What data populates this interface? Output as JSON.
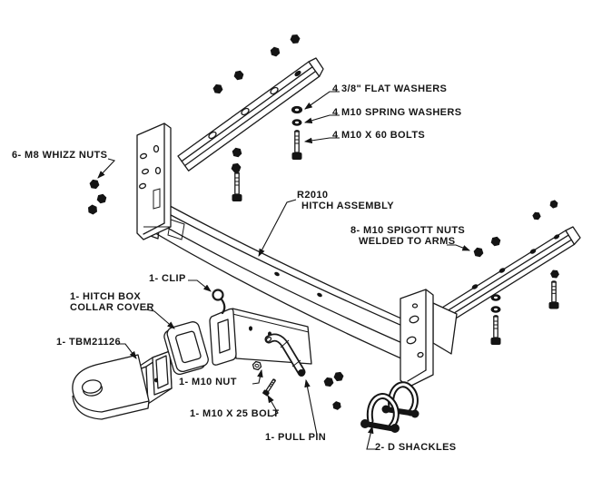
{
  "palette": {
    "background": "#ffffff",
    "ink": "#1a1a1a"
  },
  "labels": {
    "flat_washers": "4 3/8\" FLAT WASHERS",
    "spring_washers": "4 M10 SPRING WASHERS",
    "m10x60_bolts": "4 M10 X 60 BOLTS",
    "whizz_nuts": "6- M8 WHIZZ NUTS",
    "assembly_code": "R2010",
    "assembly_name": "HITCH ASSEMBLY",
    "spigot_nuts_1": "8- M10 SPIGOTT NUTS",
    "spigot_nuts_2": "WELDED TO ARMS",
    "clip": "1- CLIP",
    "hitch_box_1": "1- HITCH BOX",
    "hitch_box_2": "COLLAR COVER",
    "tbm": "1- TBM21126",
    "m10_nut": "1- M10 NUT",
    "m10x25_bolt": "1- M10 X 25 BOLT",
    "pull_pin": "1- PULL PIN",
    "d_shackles": "2- D SHACKLES"
  },
  "parts": [
    "left-side-arm",
    "arm-mount-bracket-left",
    "main-crossmember",
    "receiver-box",
    "retaining-clip",
    "right-side-arm",
    "arm-mount-bracket-right",
    "tow-ball-mount-tbm21126",
    "hitch-box-collar-cover",
    "pull-pin",
    "m10-nut",
    "m10x25-bolt",
    "whizz-nuts",
    "flat-washers",
    "spring-washers",
    "m10x60-bolts",
    "spigot-nuts",
    "d-shackles"
  ]
}
